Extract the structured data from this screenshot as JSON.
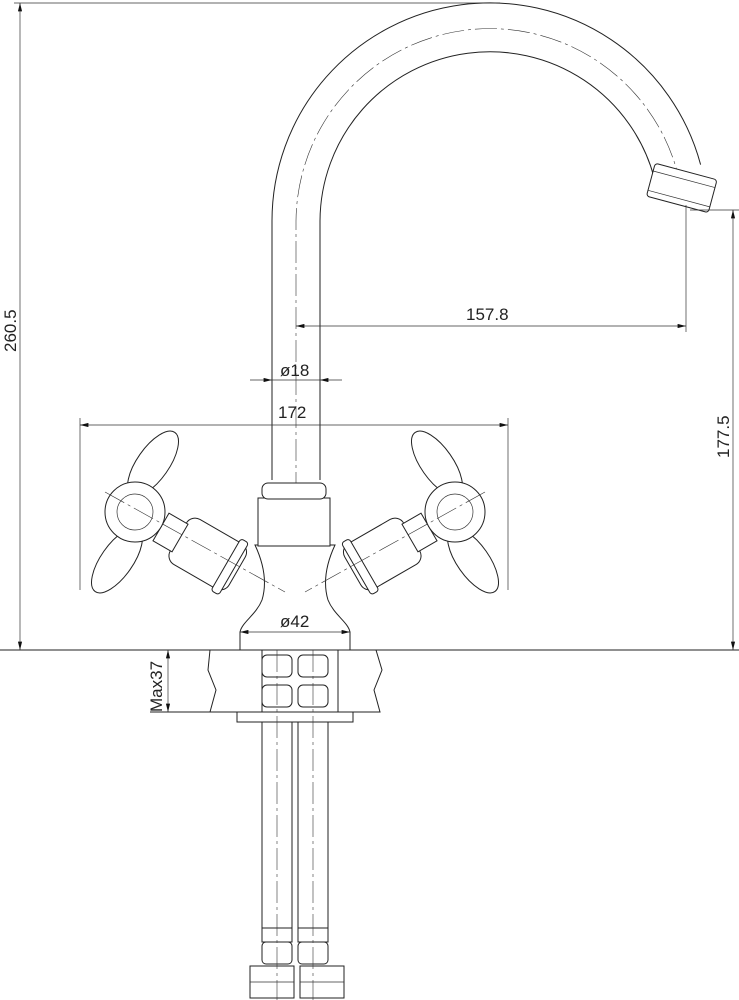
{
  "drawing": {
    "title": "Faucet dimension drawing",
    "dimensions": {
      "total_height": "260.5",
      "spout_reach": "157.8",
      "spout_diameter": "ø18",
      "handle_span": "172",
      "spout_outlet_height": "177.5",
      "base_diameter": "ø42",
      "max_countertop": "Max37"
    }
  }
}
